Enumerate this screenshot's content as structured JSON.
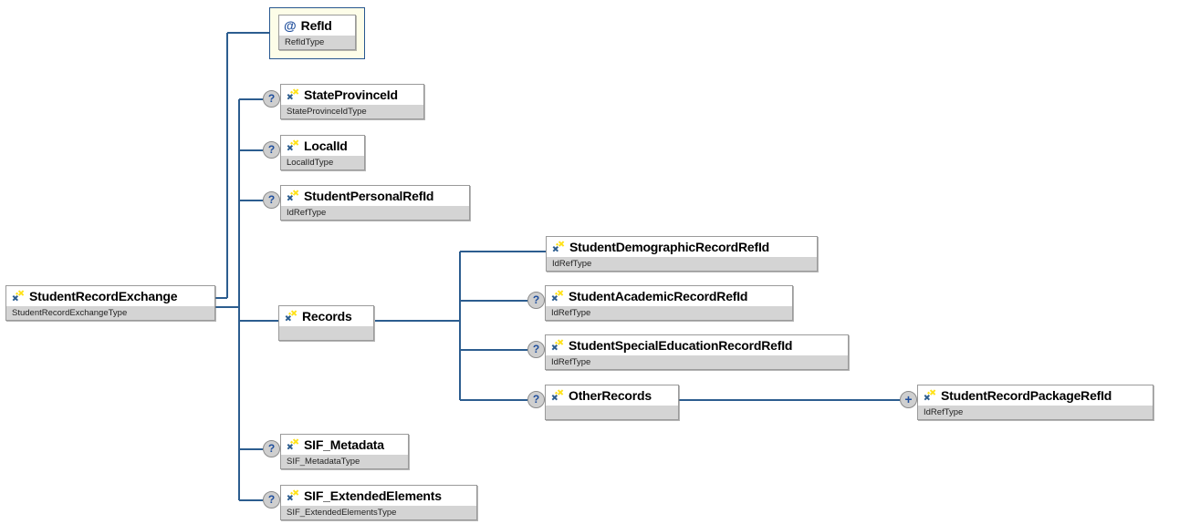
{
  "diagram": {
    "title": "StudentRecordExchange schema diagram",
    "type": "xml-schema-tree",
    "background": "#ffffff",
    "line_color": "#2c5d8f",
    "accent_blue": "#1f4e9c",
    "footer_bg": "#d4d4d4",
    "attribute_box_bg": "#fdfde8"
  },
  "root": {
    "name": "StudentRecordExchange",
    "type": "StudentRecordExchangeType",
    "icon": "element-sparkle-icon",
    "optional": false
  },
  "nodes": [
    {
      "id": "refid",
      "name": "RefId",
      "type": "RefIdType",
      "icon": "attribute-at-icon",
      "kind": "attribute",
      "optional": false,
      "marker": ""
    },
    {
      "id": "stateprovinceid",
      "name": "StateProvinceId",
      "type": "StateProvinceIdType",
      "icon": "element-sparkle-icon",
      "kind": "element",
      "optional": true,
      "marker": "?"
    },
    {
      "id": "localid",
      "name": "LocalId",
      "type": "LocalIdType",
      "icon": "element-sparkle-icon",
      "kind": "element",
      "optional": true,
      "marker": "?"
    },
    {
      "id": "studentpersonalrefid",
      "name": "StudentPersonalRefId",
      "type": "IdRefType",
      "icon": "element-sparkle-icon",
      "kind": "element",
      "optional": true,
      "marker": "?"
    },
    {
      "id": "records",
      "name": "Records",
      "type": "",
      "icon": "element-sparkle-icon",
      "kind": "element",
      "optional": false,
      "marker": ""
    },
    {
      "id": "studentdemographicrecordrefid",
      "name": "StudentDemographicRecordRefId",
      "type": "IdRefType",
      "icon": "element-sparkle-icon",
      "kind": "element",
      "optional": false,
      "marker": ""
    },
    {
      "id": "studentacademicrecordrefid",
      "name": "StudentAcademicRecordRefId",
      "type": "IdRefType",
      "icon": "element-sparkle-icon",
      "kind": "element",
      "optional": true,
      "marker": "?"
    },
    {
      "id": "studentspecialeducationrecordrefid",
      "name": "StudentSpecialEducationRecordRefId",
      "type": "IdRefType",
      "icon": "element-sparkle-icon",
      "kind": "element",
      "optional": true,
      "marker": "?"
    },
    {
      "id": "otherrecords",
      "name": "OtherRecords",
      "type": "",
      "icon": "element-sparkle-icon",
      "kind": "element",
      "optional": true,
      "marker": "?"
    },
    {
      "id": "studentrecordpackagerefid",
      "name": "StudentRecordPackageRefId",
      "type": "IdRefType",
      "icon": "element-sparkle-icon",
      "kind": "element",
      "optional": false,
      "marker": "+"
    },
    {
      "id": "sif_metadata",
      "name": "SIF_Metadata",
      "type": "SIF_MetadataType",
      "icon": "element-sparkle-icon",
      "kind": "element",
      "optional": true,
      "marker": "?"
    },
    {
      "id": "sif_extendedelements",
      "name": "SIF_ExtendedElements",
      "type": "SIF_ExtendedElementsType",
      "icon": "element-sparkle-icon",
      "kind": "element",
      "optional": true,
      "marker": "?"
    }
  ]
}
